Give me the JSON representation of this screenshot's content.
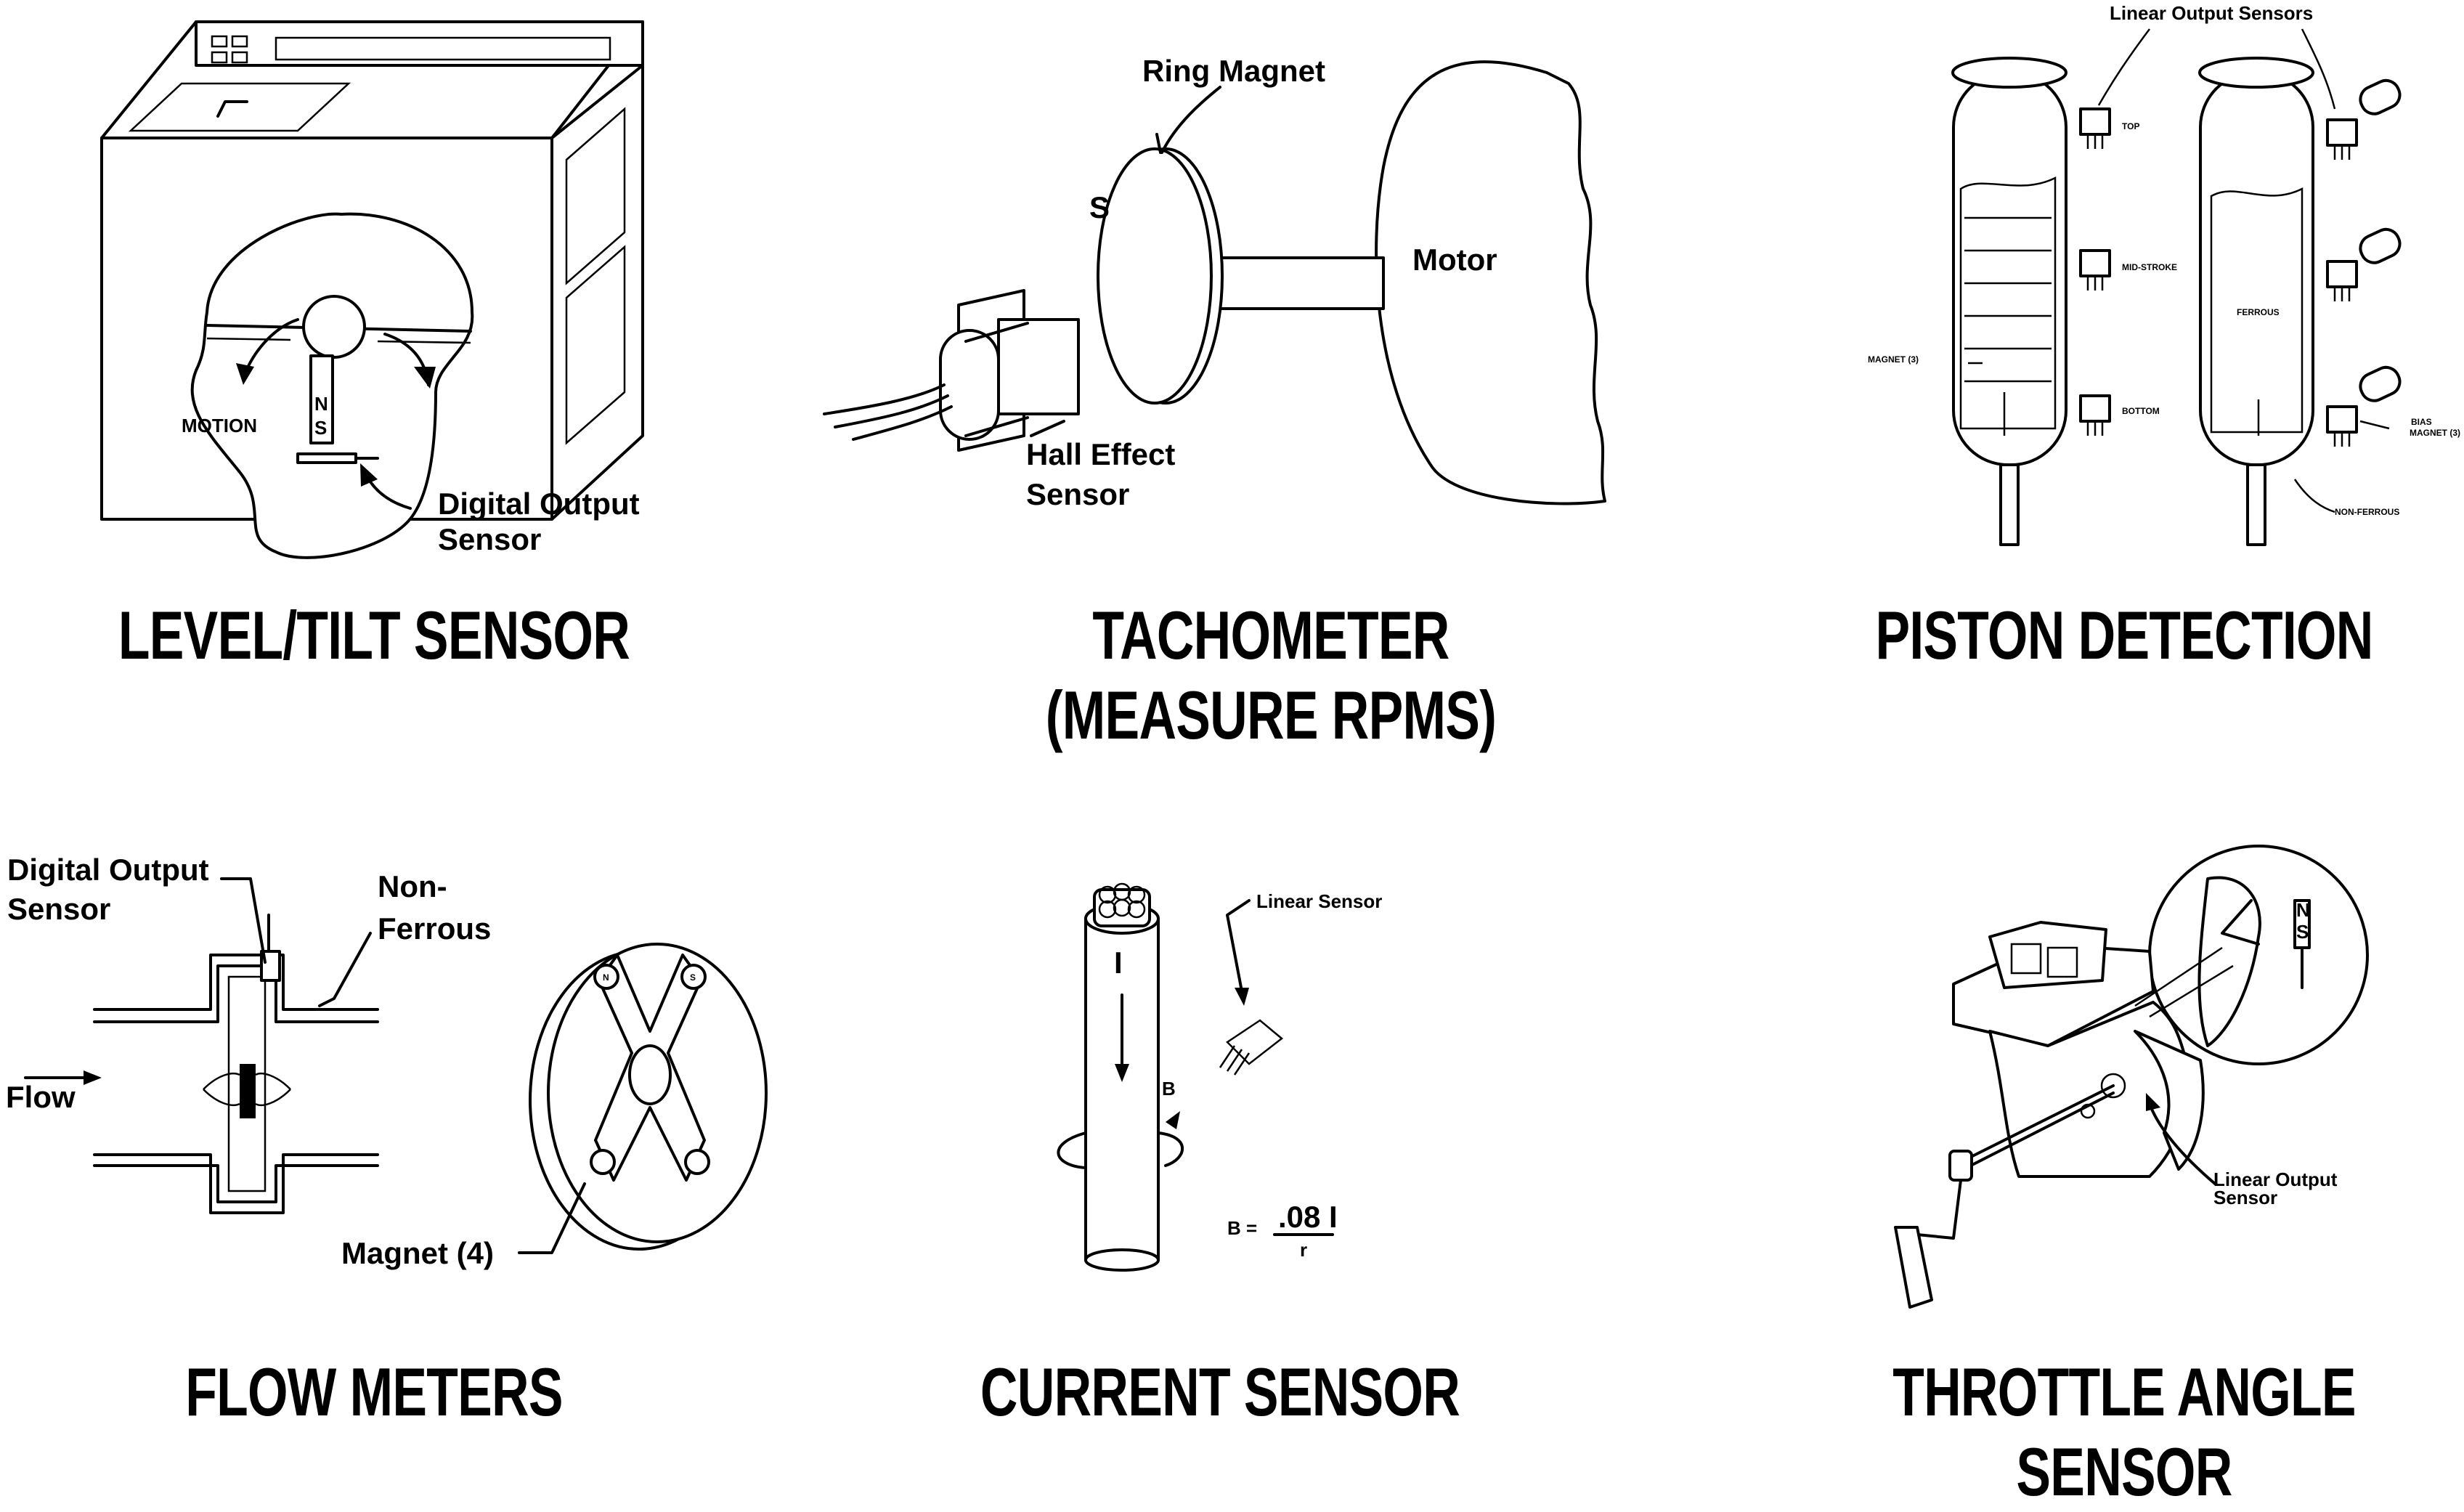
{
  "panels": {
    "level_tilt": {
      "title": "LEVEL/TILT SENSOR",
      "motion_label": "MOTION",
      "n_label": "N",
      "s_label": "S",
      "sensor_label_1": "Digital Output",
      "sensor_label_2": "Sensor"
    },
    "tachometer": {
      "title": "TACHOMETER (MEASURE RPMS)",
      "ring_magnet_label": "Ring Magnet",
      "s_label": "S",
      "motor_label": "Motor",
      "hall_label_1": "Hall Effect",
      "hall_label_2": "Sensor"
    },
    "piston": {
      "title": "PISTON DETECTION",
      "linear_label": "Linear Output  Sensors",
      "top_label": "TOP",
      "mid_label": "MID-STROKE",
      "bottom_label": "BOTTOM",
      "magnet_label": "MAGNET (3)",
      "ferrous_label": "FERROUS",
      "bias_label_1": "BIAS",
      "bias_label_2": "MAGNET (3)",
      "nonferrous_label": "NON-FERROUS"
    },
    "flow": {
      "title": "FLOW METERS",
      "digital_label_1": "Digital Output",
      "digital_label_2": "Sensor",
      "nonferrous_label_1": "Non-",
      "nonferrous_label_2": "Ferrous",
      "flow_label": "Flow",
      "magnet_label": "Magnet (4)",
      "n_label": "N",
      "s_label": "S"
    },
    "current": {
      "title": "CURRENT SENSOR",
      "linear_label": "Linear Sensor",
      "i_label": "I",
      "b_label": "B",
      "formula_lhs": "B =",
      "formula_num": ".08 I",
      "formula_den": "r"
    },
    "throttle": {
      "title": "THROTTLE ANGLE SENSOR",
      "linear_label_1": "Linear Output",
      "linear_label_2": "Sensor",
      "n_label": "N",
      "s_label": "S"
    }
  }
}
